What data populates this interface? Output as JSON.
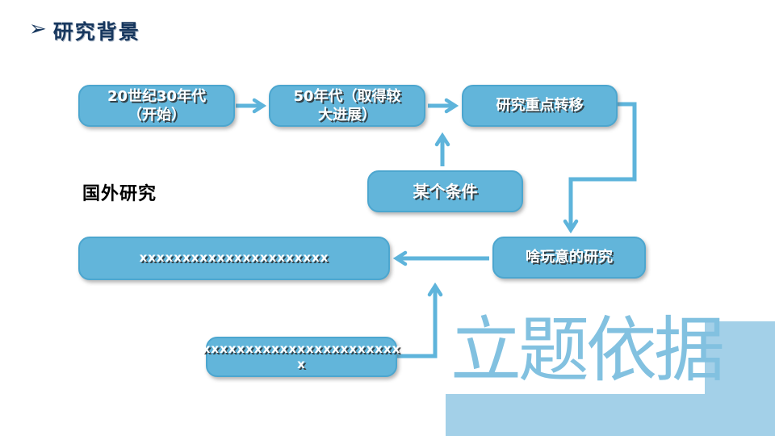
{
  "slide": {
    "title": {
      "bullet": "➢",
      "text": "研究背景"
    },
    "section_label": "国外研究",
    "watermark": "立题依据",
    "flowchart": {
      "boxes": [
        {
          "name": "era-1930s",
          "lines": [
            "20世纪30年代",
            "（开始）"
          ]
        },
        {
          "name": "era-1950s",
          "lines": [
            "50年代（取得较",
            "大进展）"
          ]
        },
        {
          "name": "focus-shift",
          "lines": [
            "研究重点转移"
          ]
        },
        {
          "name": "condition",
          "lines": [
            "某个条件"
          ]
        },
        {
          "name": "whatever-research",
          "lines": [
            "啥玩意的研究"
          ]
        },
        {
          "name": "placeholder-long",
          "lines": [
            "xxxxxxxxxxxxxxxxxxxxxx"
          ]
        },
        {
          "name": "placeholder-small",
          "lines": [
            "xxxxxxxxxxxxxxxxxxxxxxx",
            "x"
          ]
        }
      ],
      "connections": [
        {
          "from": "era-1930s",
          "to": "era-1950s"
        },
        {
          "from": "era-1950s",
          "to": "focus-shift"
        },
        {
          "from": "condition",
          "to": "era-1950s→focus-shift arrow"
        },
        {
          "from": "focus-shift",
          "to": "whatever-research"
        },
        {
          "from": "whatever-research",
          "to": "placeholder-long"
        },
        {
          "from": "placeholder-small",
          "to": "placeholder-long"
        }
      ]
    },
    "colors": {
      "box_fill": "#62B5DA",
      "box_border": "#4CA6CF",
      "connector": "#5EB4DB",
      "title_text": "#17375E",
      "accent_light": "#A3D0E8",
      "watermark_text": "#82C1E0",
      "background": "#FFFFFF"
    }
  }
}
